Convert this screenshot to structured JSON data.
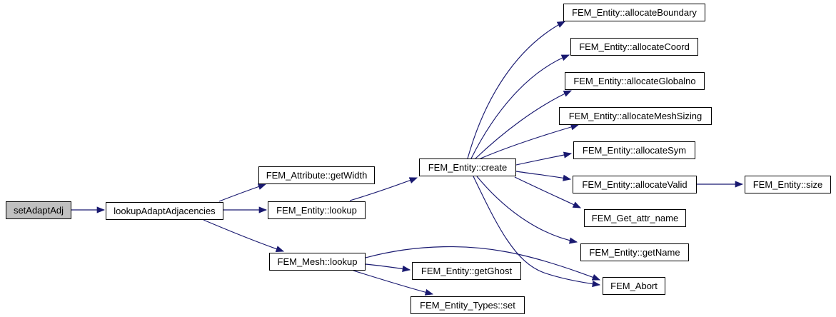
{
  "diagram": {
    "type": "call-graph",
    "background_color": "#ffffff",
    "node_fill_color": "#ffffff",
    "node_border_color": "#000000",
    "root_node_fill_color": "#c0c0c0",
    "edge_color": "#191970"
  },
  "nodes": [
    {
      "label": "setAdaptAdj",
      "root": true
    },
    {
      "label": "lookupAdaptAdjacencies"
    },
    {
      "label": "FEM_Attribute::getWidth"
    },
    {
      "label": "FEM_Entity::lookup"
    },
    {
      "label": "FEM_Mesh::lookup"
    },
    {
      "label": "FEM_Entity::create"
    },
    {
      "label": "FEM_Entity::allocateBoundary"
    },
    {
      "label": "FEM_Entity::allocateCoord"
    },
    {
      "label": "FEM_Entity::allocateGlobalno"
    },
    {
      "label": "FEM_Entity::allocateMeshSizing"
    },
    {
      "label": "FEM_Entity::allocateSym"
    },
    {
      "label": "FEM_Entity::allocateValid"
    },
    {
      "label": "FEM_Entity::size"
    },
    {
      "label": "FEM_Get_attr_name"
    },
    {
      "label": "FEM_Entity::getName"
    },
    {
      "label": "FEM_Abort"
    },
    {
      "label": "FEM_Entity::getGhost"
    },
    {
      "label": "FEM_Entity_Types::set"
    }
  ],
  "edges": [
    {
      "from": "setAdaptAdj",
      "to": "lookupAdaptAdjacencies"
    },
    {
      "from": "lookupAdaptAdjacencies",
      "to": "FEM_Attribute::getWidth"
    },
    {
      "from": "lookupAdaptAdjacencies",
      "to": "FEM_Entity::lookup"
    },
    {
      "from": "lookupAdaptAdjacencies",
      "to": "FEM_Mesh::lookup"
    },
    {
      "from": "FEM_Entity::lookup",
      "to": "FEM_Entity::create"
    },
    {
      "from": "FEM_Entity::create",
      "to": "FEM_Entity::allocateBoundary"
    },
    {
      "from": "FEM_Entity::create",
      "to": "FEM_Entity::allocateCoord"
    },
    {
      "from": "FEM_Entity::create",
      "to": "FEM_Entity::allocateGlobalno"
    },
    {
      "from": "FEM_Entity::create",
      "to": "FEM_Entity::allocateMeshSizing"
    },
    {
      "from": "FEM_Entity::create",
      "to": "FEM_Entity::allocateSym"
    },
    {
      "from": "FEM_Entity::create",
      "to": "FEM_Entity::allocateValid"
    },
    {
      "from": "FEM_Entity::create",
      "to": "FEM_Get_attr_name"
    },
    {
      "from": "FEM_Entity::create",
      "to": "FEM_Entity::getName"
    },
    {
      "from": "FEM_Entity::create",
      "to": "FEM_Abort"
    },
    {
      "from": "FEM_Entity::allocateValid",
      "to": "FEM_Entity::size"
    },
    {
      "from": "FEM_Mesh::lookup",
      "to": "FEM_Entity::getGhost"
    },
    {
      "from": "FEM_Mesh::lookup",
      "to": "FEM_Entity_Types::set"
    },
    {
      "from": "FEM_Mesh::lookup",
      "to": "FEM_Abort"
    }
  ]
}
